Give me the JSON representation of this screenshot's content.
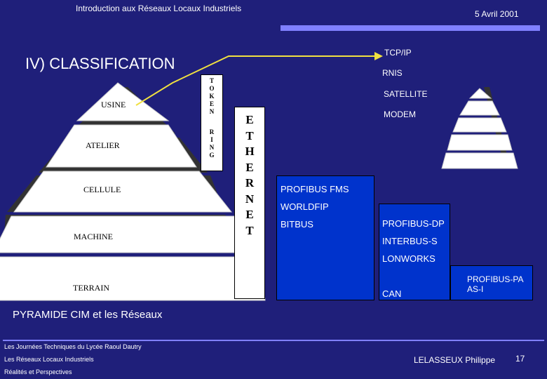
{
  "header": {
    "title": "Introduction aux Réseaux Locaux Industriels",
    "date": "5 Avril 2001"
  },
  "section_title": "IV) CLASSIFICATION",
  "pyramid_levels": {
    "usine": "USINE",
    "atelier": "ATELIER",
    "cellule": "CELLULE",
    "machine": "MACHINE",
    "terrain": "TERRAIN"
  },
  "token_ring": {
    "token": "TOKEN",
    "ring": "RING"
  },
  "ethernet": "ETHERNET",
  "top_networks": {
    "tcpip": "TCP/IP",
    "rnis": "RNIS",
    "satellite": "SATELLITE",
    "modem": "MODEM"
  },
  "middle_networks": {
    "profibus_fms": "PROFIBUS FMS",
    "worldfip": "WORLDFIP",
    "bitbus": "BITBUS"
  },
  "field_networks": {
    "profibus_dp": "PROFIBUS-DP",
    "interbus": "INTERBUS-S",
    "lonworks": "LONWORKS",
    "can": "CAN",
    "profibus_pa": "PROFIBUS-PA",
    "asi": "AS-I"
  },
  "caption": "PYRAMIDE CIM et les Réseaux",
  "footer": {
    "line1": "Les Journées Techniques du Lycée Raoul Dautry",
    "line2": "Les Réseaux Locaux Industriels",
    "line3": "Réalités et Perspectives",
    "author": "LELASSEUX Philippe",
    "page": "17"
  },
  "colors": {
    "background": "#1f1f7a",
    "accent_line": "#8080ff",
    "connector": "#f0e040",
    "network_box": "#0033cc"
  }
}
